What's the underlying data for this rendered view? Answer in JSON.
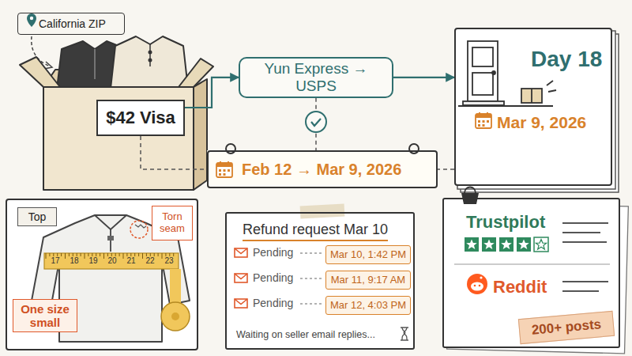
{
  "diagram": {
    "nodes": [
      {
        "text": [
          "California ZIP"
        ]
      },
      {
        "text": [
          "$42 Visa"
        ]
      },
      {
        "text": [
          "Yun Express → USPS"
        ]
      },
      {
        "text": [
          "Day 18",
          "Mar 9, 2026"
        ]
      },
      {
        "text": [
          "Feb 12 → Mar 9, 2026"
        ]
      },
      {
        "text": [
          "Top"
        ]
      },
      {
        "text": [
          "Torn seam"
        ]
      },
      {
        "text": [
          "One size small"
        ]
      },
      {
        "text": [
          "Refund request Mar 10",
          "Waiting on seller email replies..."
        ]
      },
      {
        "text": [
          "Mar 10, 1:42 PM"
        ],
        "in": 8
      },
      {
        "text": [
          "Mar 11, 9:17 AM"
        ],
        "in": 8
      },
      {
        "text": [
          "Mar 12, 4:03 PM"
        ],
        "in": 8
      },
      {
        "text": [
          "Trustpilot",
          "Reddit"
        ]
      },
      {
        "text": [
          "200+ posts"
        ],
        "in": 12
      }
    ],
    "edges": [
      {
        "from": 1,
        "to": 2,
        "arrow": "to"
      },
      {
        "from": 2,
        "to": 3,
        "arrow": "to"
      },
      {
        "from": 1,
        "to": 4,
        "arrow": "none"
      },
      {
        "from": 2,
        "to": 4,
        "arrow": "none"
      },
      {
        "from": 3,
        "to": 4,
        "arrow": "none"
      }
    ],
    "labels": [
      "17",
      "18",
      "19",
      "20",
      "21",
      "22",
      "23",
      "Pending",
      "Pending",
      "Pending"
    ]
  }
}
